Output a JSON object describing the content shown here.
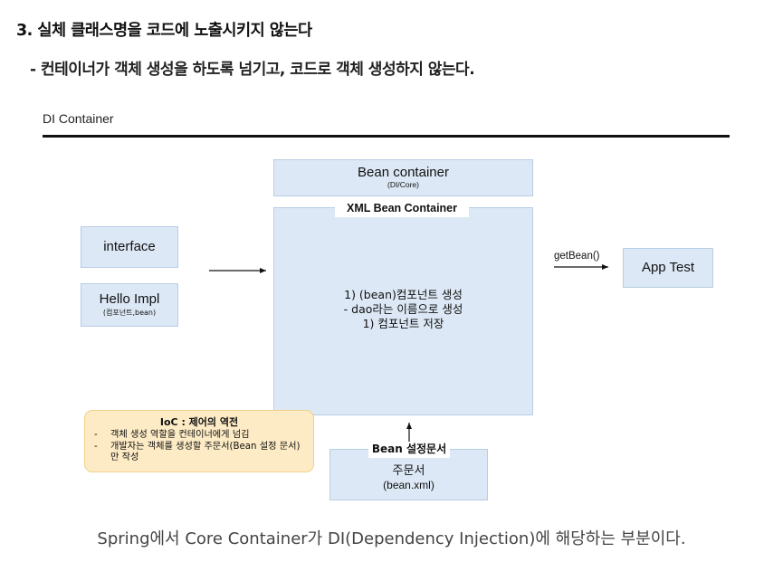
{
  "heading": "3. 실체 클래스명을 코드에 노출시키지 않는다",
  "subheading": "- 컨테이너가 객체 생성을 하도록 넘기고, 코드로 객체 생성하지 않는다.",
  "section_label": "DI Container",
  "diagram": {
    "bean_container": {
      "title": "Bean container",
      "subtitle": "(DI/Core)"
    },
    "xml_container": {
      "title": "XML Bean Container",
      "notes": [
        "1)   (bean)컴포넌트 생성",
        "- dao라는 이름으로 생성",
        "1)   컴포넌트 저장"
      ]
    },
    "interface_box": {
      "label": "interface"
    },
    "helloimpl_box": {
      "label": "Hello Impl",
      "sublabel": "(컴포넌트,bean)"
    },
    "apptest_box": {
      "label": "App Test"
    },
    "getbean_label": "getBean()",
    "order_box": {
      "title": "Bean 설정문서",
      "label": "주문서",
      "sublabel": "(bean.xml)"
    },
    "ioc_note": {
      "title": "IoC : 제어의 역전",
      "items": [
        "객체 생성 역할을 컨테이너에게 넘김",
        "개발자는 객체를 생성할 주문서(Bean 설정 문서)만 작성"
      ]
    }
  },
  "caption": "Spring에서 Core Container가 DI(Dependency Injection)에 해당하는 부분이다.",
  "colors": {
    "box_fill": "#dce8f5",
    "box_border": "#b8cde4",
    "note_fill": "#fdebc5",
    "divider": "#111111"
  }
}
